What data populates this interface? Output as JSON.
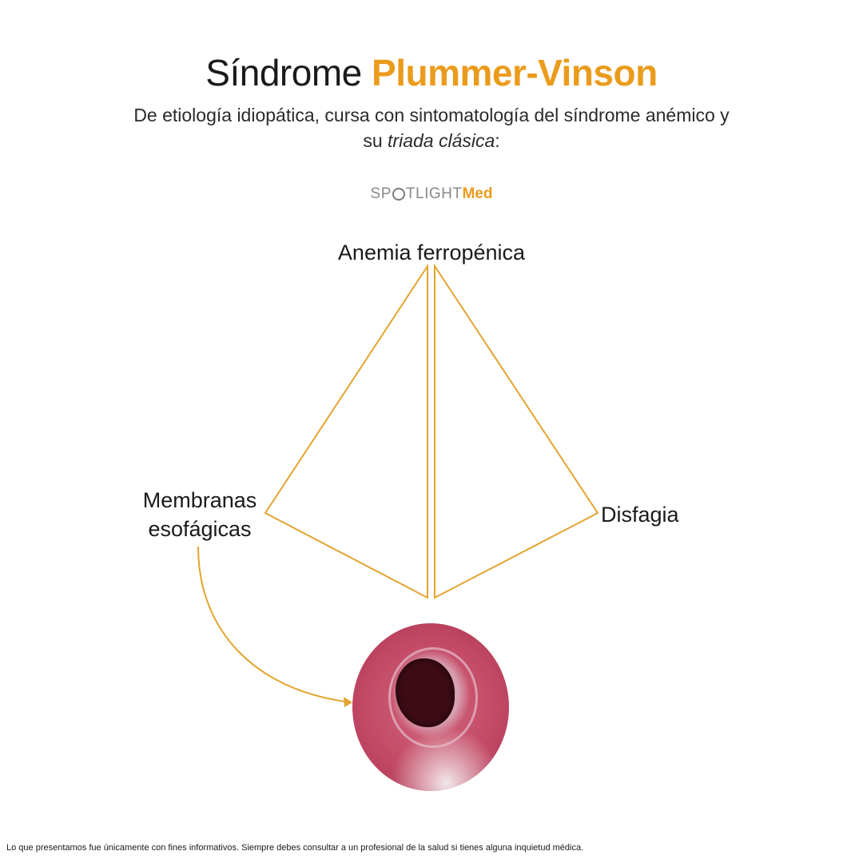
{
  "title": {
    "prefix": "Síndrome",
    "accent": "Plummer-Vinson"
  },
  "subtitle": {
    "line1": "De etiología idiopática, cursa con sintomatología del síndrome anémico y",
    "line2_prefix": "su ",
    "line2_italic": "triada clásica",
    "line2_suffix": ":"
  },
  "logo": {
    "part1": "SP",
    "part2": "TLIGHT",
    "part3": "Med"
  },
  "triad": {
    "top": "Anemia ferropénica",
    "left_line1": "Membranas",
    "left_line2": "esofágicas",
    "right": "Disfagia"
  },
  "colors": {
    "accent": "#eb9b1c",
    "line": "#e3a430"
  },
  "disclaimer": "Lo que presentamos fue únicamente con fines informativos. Siempre debes consultar a un profesional de la salud si tienes alguna inquietud médica."
}
